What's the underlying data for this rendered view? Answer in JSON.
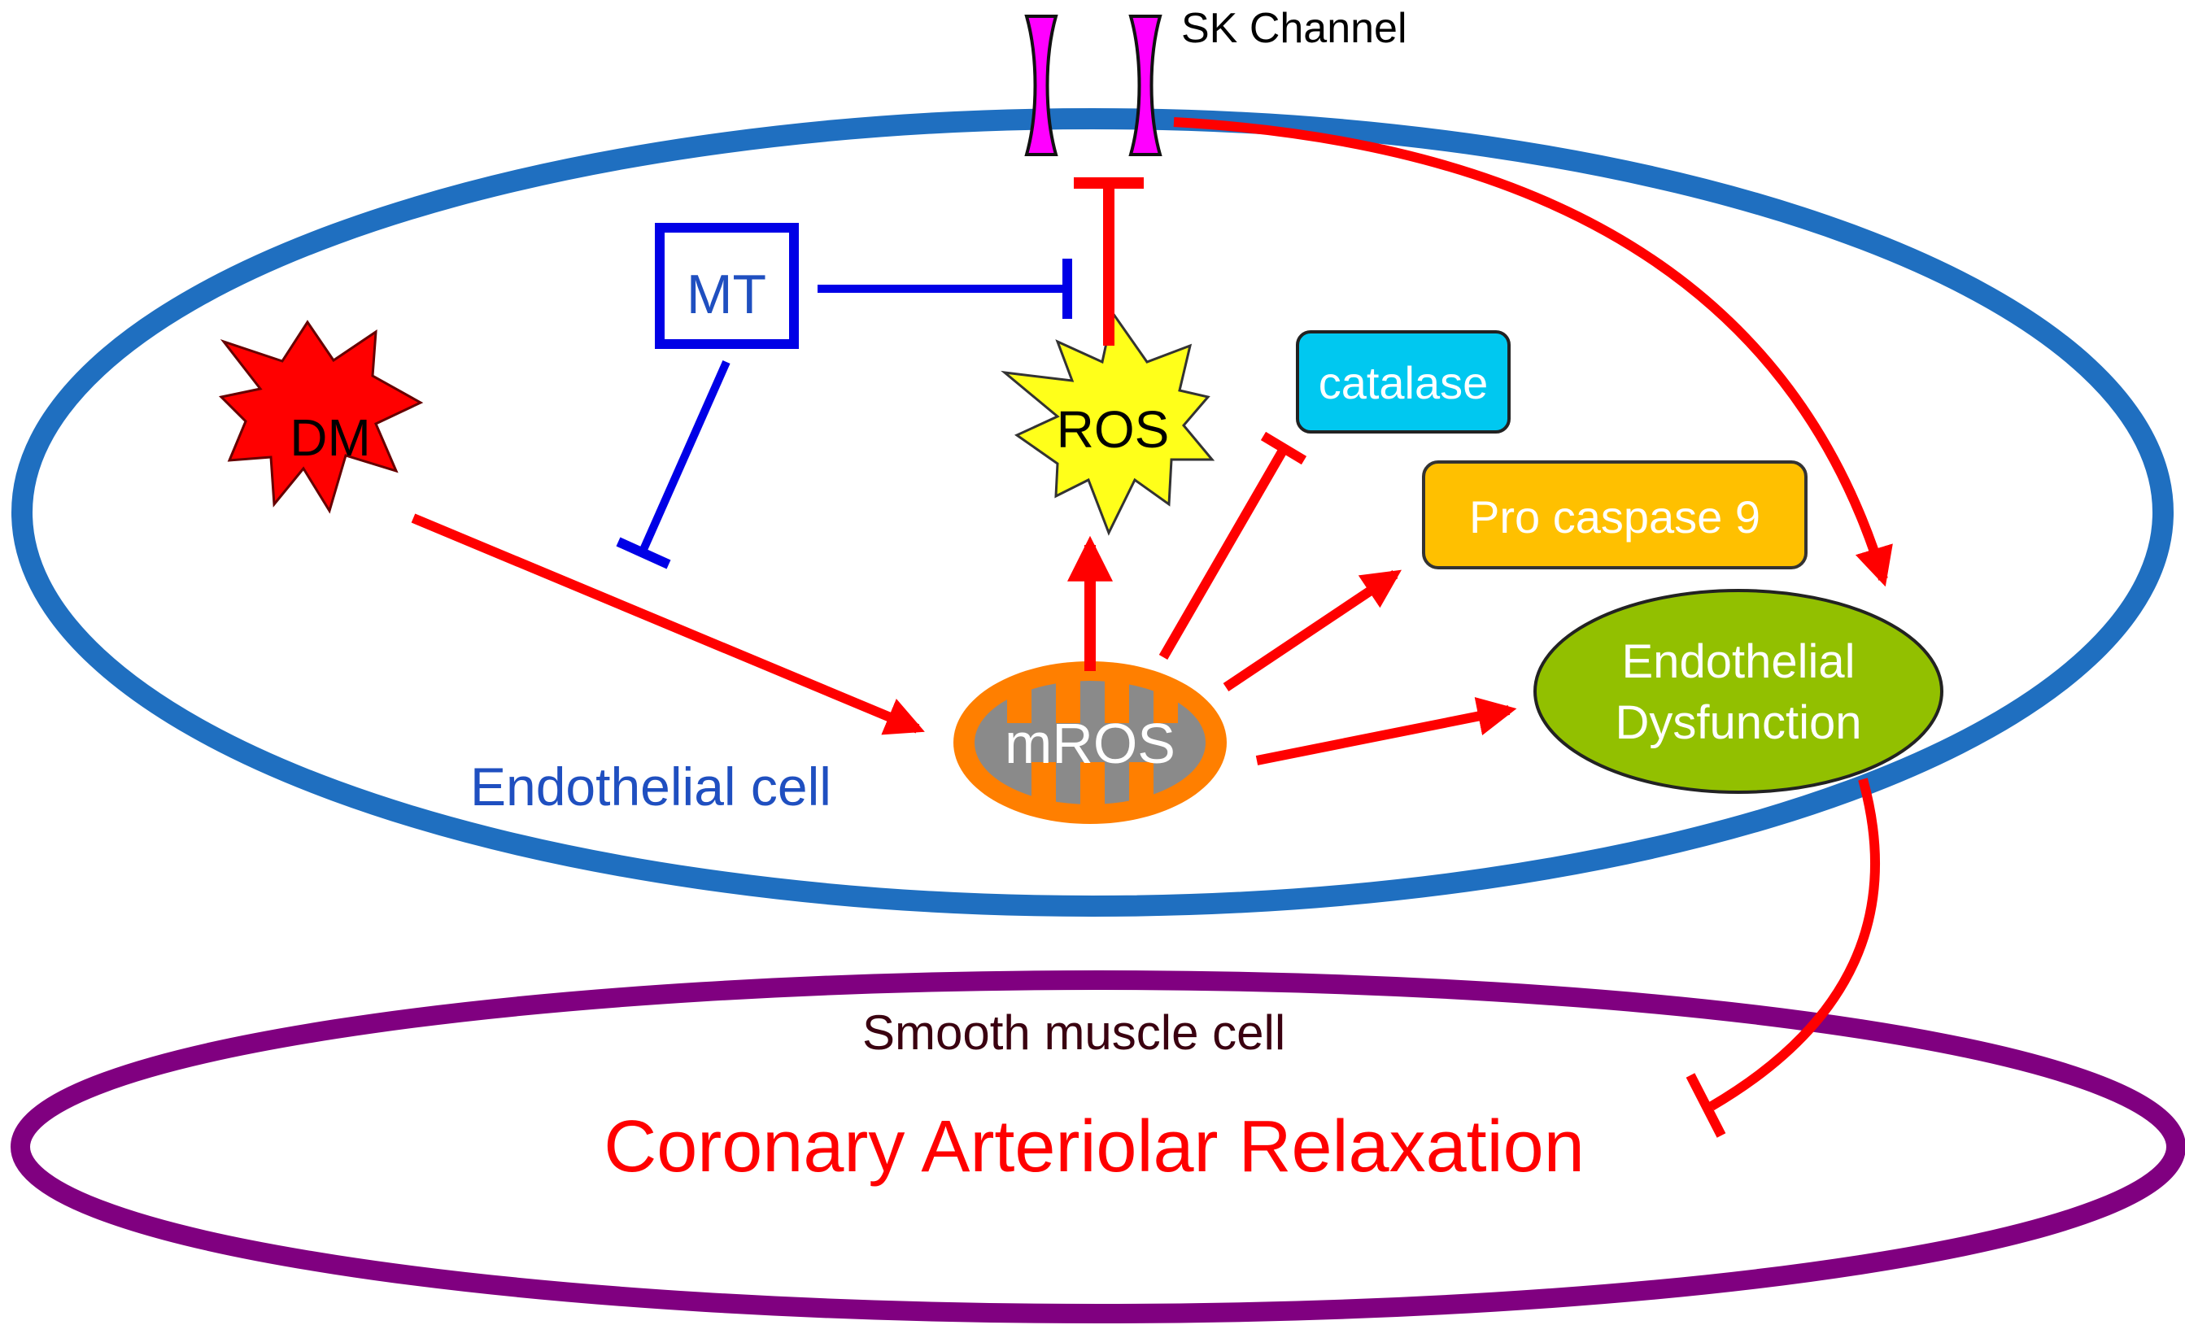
{
  "labels": {
    "sk_channel": "SK Channel",
    "mt": "MT",
    "dm": "DM",
    "ros": "ROS",
    "catalase": "catalase",
    "pro_caspase": "Pro caspase 9",
    "endo_dysfunction_line1": "Endothelial",
    "endo_dysfunction_line2": "Dysfunction",
    "mros": "mROS",
    "endothelial_cell": "Endothelial cell",
    "smooth_muscle_cell": "Smooth muscle cell",
    "relaxation": "Coronary Arteriolar Relaxation"
  },
  "colors": {
    "endothelial_membrane": "#1f6fc0",
    "smooth_muscle_membrane": "#800080",
    "sk_channel": "#ff00ff",
    "mt_inhibition": "#0000e6",
    "activation_arrow": "#ff0000",
    "dm_star": "#ff0000",
    "ros_star": "#ffff1a",
    "catalase_fill": "#00c8f0",
    "pro_caspase_fill": "#ffc000",
    "endo_dysfunction_fill": "#92c000",
    "mitochondrion_outer": "#ff7f00",
    "mitochondrion_inner": "#8a8a8a"
  },
  "icons": {
    "dm_shape": "starburst",
    "ros_shape": "starburst",
    "mros_shape": "mitochondrion",
    "sk_channel_shape": "membrane-channel"
  }
}
